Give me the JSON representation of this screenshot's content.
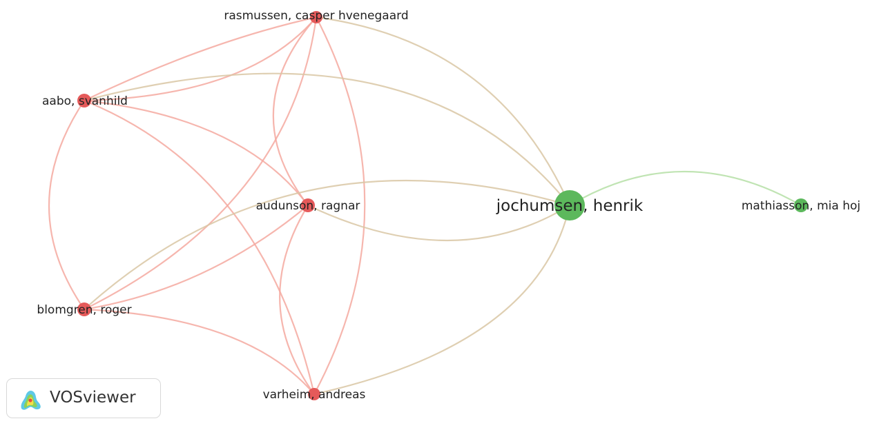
{
  "nodes": {
    "rasmussen": "rasmussen, casper hvenegaard",
    "aabo": "aabo, svanhild",
    "audunson": "audunson, ragnar",
    "jochumsen": "jochumsen, henrik",
    "mathiasson": "mathiasson, mia hoj",
    "blomgren": "blomgren, roger",
    "varheim": "varheim, andreas"
  },
  "logo": {
    "text": "VOSviewer",
    "icon": "vosviewer-logo-icon"
  },
  "colors": {
    "cluster_red": "#e55a5a",
    "cluster_green": "#5cb85c",
    "edge_red": "#f4a9a0",
    "edge_green": "#b5dfa6"
  }
}
